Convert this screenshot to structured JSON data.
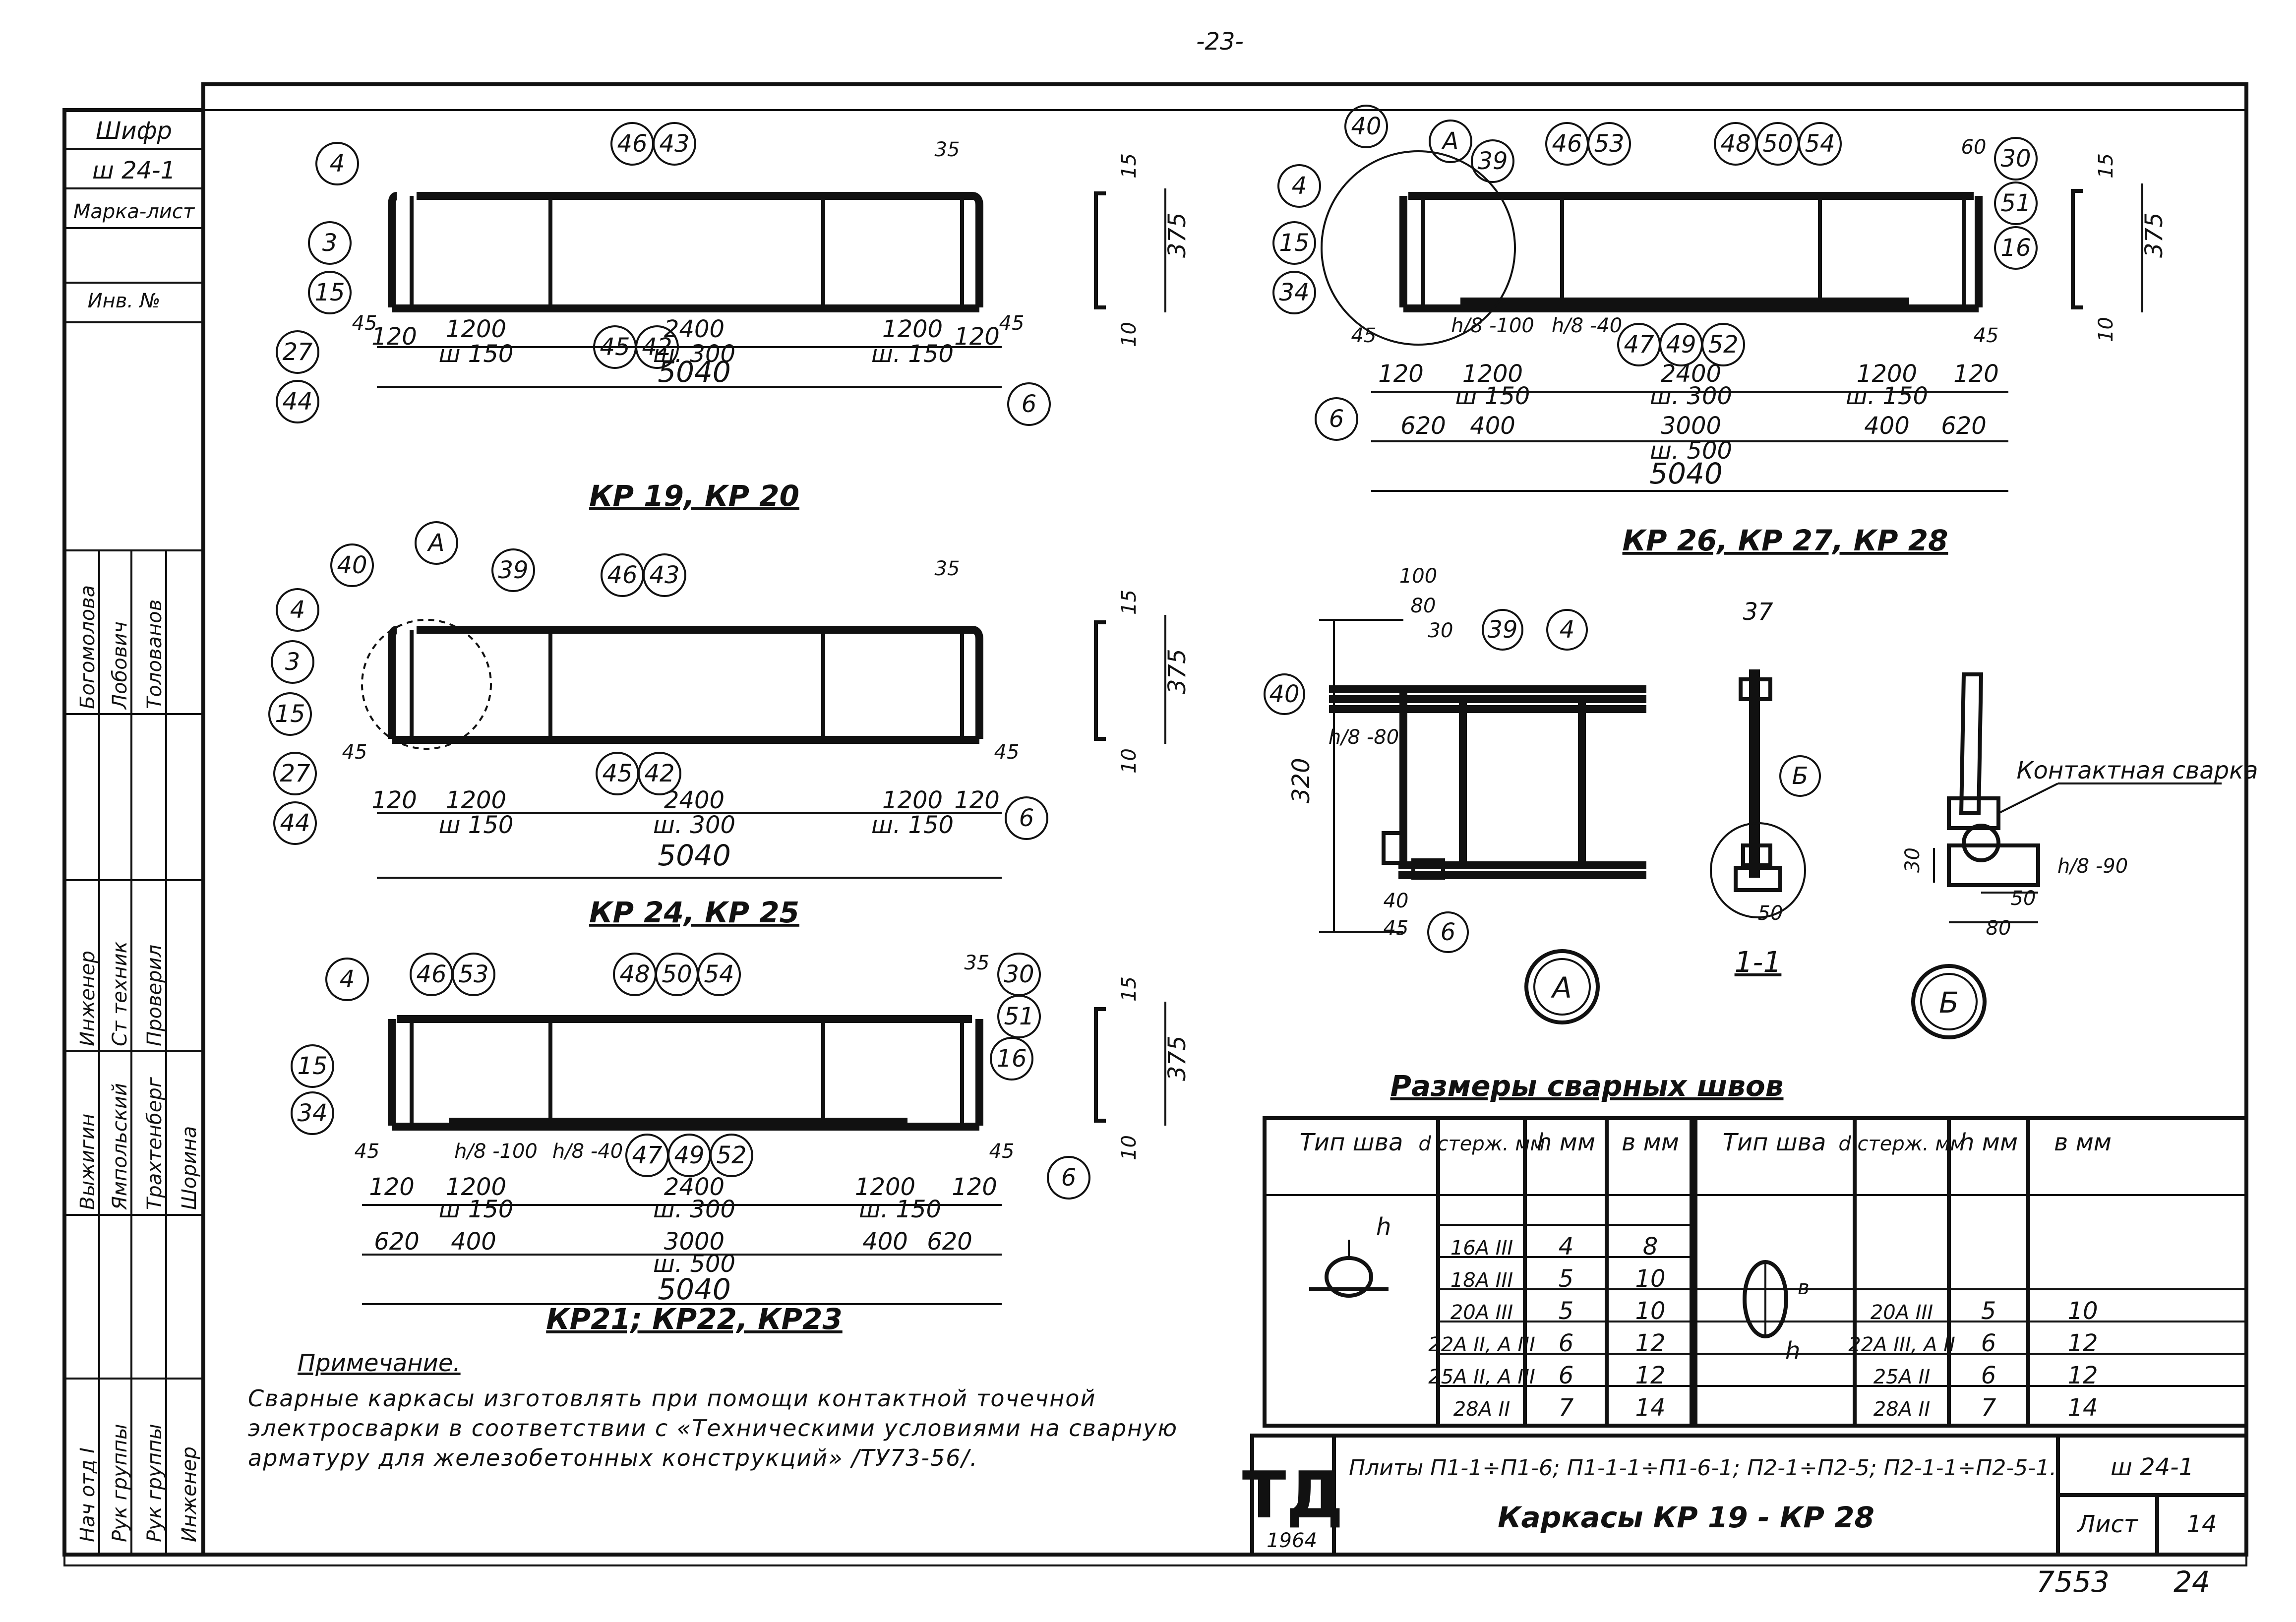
{
  "page_number": "-23-",
  "stamp": {
    "cipher_label": "Шифр",
    "cipher_value": "ш 24-1",
    "mark_label": "Марка-лист",
    "inv_label": "Инв. №",
    "roles": [
      "Нач отд I",
      "Рук группы",
      "Рук группы",
      "Инженер",
      "Выжигин",
      "Ямпольский",
      "Трахтенберг",
      "Шорина",
      "Инженер",
      "Ст техник",
      "Проверил",
      "Богомолова",
      "Лобович",
      "Толованов"
    ]
  },
  "frames": [
    {
      "title": "КР 19, КР 20",
      "overall": "5040",
      "segments": [
        "120",
        "1200",
        "2400",
        "1200",
        "120"
      ],
      "steps": [
        "ш 150",
        "ш. 300",
        "ш. 150"
      ],
      "small_dims": [
        "45",
        "35",
        "45"
      ],
      "section_dims": [
        "15",
        "375",
        "10"
      ],
      "callouts": [
        "4",
        "46",
        "43",
        "3",
        "15",
        "27",
        "44",
        "45",
        "42",
        "6"
      ]
    },
    {
      "title": "КР 24, КР 25",
      "overall": "5040",
      "segments": [
        "120",
        "1200",
        "2400",
        "1200",
        "120"
      ],
      "steps": [
        "ш 150",
        "ш. 300",
        "ш. 150"
      ],
      "small_dims": [
        "45",
        "35",
        "45"
      ],
      "section_dims": [
        "15",
        "375",
        "10"
      ],
      "callouts": [
        "40",
        "А",
        "39",
        "46",
        "43",
        "4",
        "3",
        "15",
        "27",
        "44",
        "45",
        "42",
        "6"
      ]
    },
    {
      "title": "КР21; КР22, КР23",
      "overall": "5040",
      "segments": [
        "120",
        "1200",
        "2400",
        "1200",
        "120"
      ],
      "steps": [
        "ш 150",
        "ш. 300",
        "ш. 150"
      ],
      "lower": [
        "620",
        "400",
        "3000",
        "400",
        "620"
      ],
      "lower_step": "ш. 500",
      "small_dims": [
        "45",
        "35",
        "45"
      ],
      "section_dims": [
        "15",
        "375",
        "10"
      ],
      "weld_marks": [
        "h/8 -100",
        "h/8 -40"
      ],
      "callouts": [
        "4",
        "46",
        "53",
        "48",
        "50",
        "54",
        "30",
        "51",
        "16",
        "15",
        "34",
        "47",
        "49",
        "52",
        "6"
      ]
    },
    {
      "title": "КР 26, КР 27, КР 28",
      "overall": "5040",
      "segments": [
        "120",
        "1200",
        "2400",
        "1200",
        "120"
      ],
      "steps": [
        "ш 150",
        "ш. 300",
        "ш. 150"
      ],
      "lower": [
        "620",
        "400",
        "3000",
        "400",
        "620"
      ],
      "lower_step": "ш. 500",
      "small_dims": [
        "45",
        "60",
        "45"
      ],
      "section_dims": [
        "15",
        "375",
        "10"
      ],
      "weld_marks": [
        "h/8 -100",
        "h/8 -40"
      ],
      "callouts": [
        "40",
        "А",
        "39",
        "46",
        "53",
        "48",
        "50",
        "54",
        "30",
        "51",
        "16",
        "4",
        "15",
        "34",
        "47",
        "49",
        "52",
        "6"
      ]
    }
  ],
  "details": {
    "a_dims": [
      "100",
      "80",
      "30",
      "320",
      "h/8 -80",
      "40",
      "45"
    ],
    "a_label": "А",
    "a_callouts": [
      "39",
      "4",
      "40",
      "6"
    ],
    "section_label": "1-1",
    "section_dims": [
      "37",
      "50"
    ],
    "section_callout": "Б",
    "b_label": "Б",
    "b_dims": [
      "30",
      "50",
      "80",
      "h/8 -90"
    ],
    "contact_weld": "Контактная сварка"
  },
  "weld_table": {
    "title": "Размеры сварных швов",
    "headers": [
      "Тип шва",
      "d стерж. мм",
      "h мм",
      "в мм",
      "Тип шва",
      "d стерж. мм",
      "h мм",
      "в мм"
    ],
    "left_rows": [
      [
        "16А III",
        "4",
        "8"
      ],
      [
        "18А III",
        "5",
        "10"
      ],
      [
        "20А III",
        "5",
        "10"
      ],
      [
        "22А II, А III",
        "6",
        "12"
      ],
      [
        "25А II, А III",
        "6",
        "12"
      ],
      [
        "28А II",
        "7",
        "14"
      ]
    ],
    "right_rows": [
      [
        "20А III",
        "5",
        "10"
      ],
      [
        "22А III, А II",
        "6",
        "12"
      ],
      [
        "25А II",
        "6",
        "12"
      ],
      [
        "28А II",
        "7",
        "14"
      ]
    ],
    "sketch_labels": [
      "h",
      "в",
      "h"
    ]
  },
  "note": {
    "heading": "Примечание.",
    "text": "Сварные каркасы изготовлять при помощи контактной точечной электросварки в соответствии с «Техническими условиями на сварную арматуру для железобетонных конструкций» /ТУ73-56/."
  },
  "title_block": {
    "logo": "ТД",
    "year": "1964",
    "description": "Плиты П1-1÷П1-6; П1-1-1÷П1-6-1; П2-1÷П2-5; П2-1-1÷П2-5-1.",
    "title": "Каркасы КР 19 - КР 28",
    "code": "ш 24-1",
    "sheet_label": "Лист",
    "sheet_value": "14"
  },
  "bottom_numbers": [
    "7553",
    "24"
  ]
}
